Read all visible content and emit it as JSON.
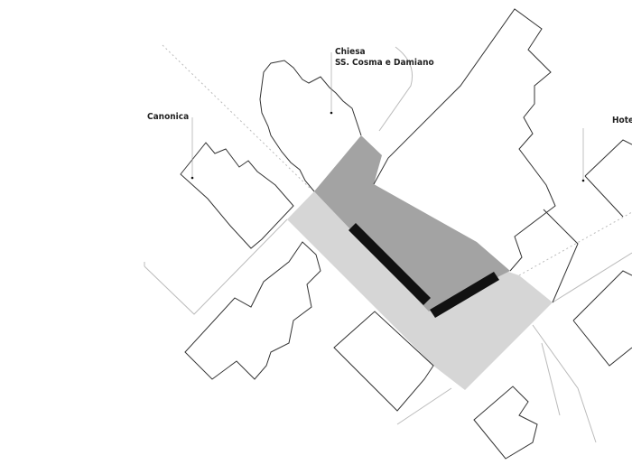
{
  "labels": {
    "church_line1": "Chiesa",
    "church_line2": "SS. Cosma e Damiano",
    "canonica": "Canonica",
    "hotel": "Hote"
  },
  "colors": {
    "square_light": "#d6d6d6",
    "square_dark": "#a3a3a3",
    "walls": "#111111",
    "outlines": "#333333"
  }
}
